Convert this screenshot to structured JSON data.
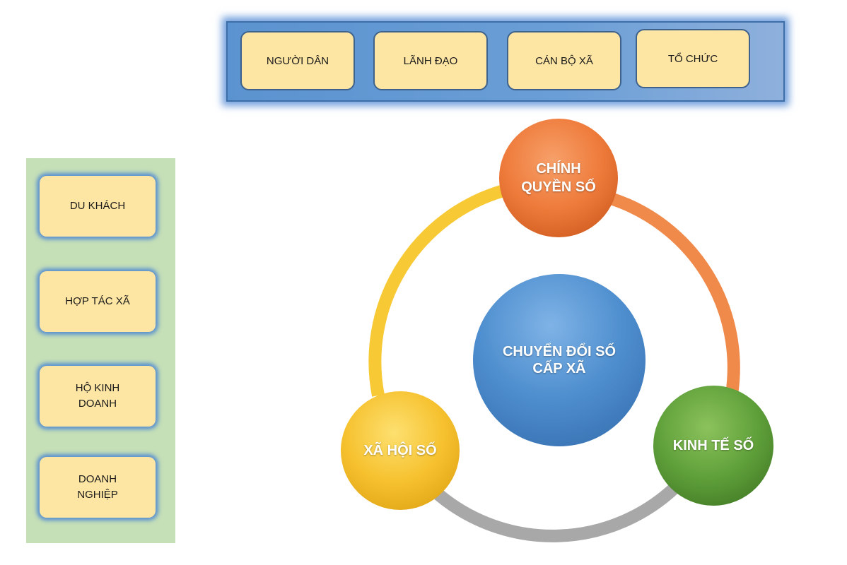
{
  "top_groups": [
    "NGƯỜI DÂN",
    "LÃNH ĐẠO",
    "CÁN BỘ XÃ",
    "TỔ CHỨC"
  ],
  "left_groups": [
    "DU KHÁCH",
    "HỢP TÁC XÃ",
    "HỘ KINH\nDOANH",
    "DOANH\nNGHIỆP"
  ],
  "center": {
    "label": "CHUYỂN ĐỔI SỐ\nCẤP XÃ",
    "color": "#4f8fcf"
  },
  "nodes": {
    "top": {
      "label": "CHÍNH\nQUYỀN SỐ",
      "color": "#ee7a3a"
    },
    "right": {
      "label": "KINH TẾ SỐ",
      "color": "#5fa03a"
    },
    "left": {
      "label": "XÃ HỘI SỐ",
      "color": "#f6c12e"
    }
  },
  "ring_colors": {
    "orange": "#f08a4b",
    "yellow": "#f7c935",
    "gray": "#a8a8a8"
  }
}
